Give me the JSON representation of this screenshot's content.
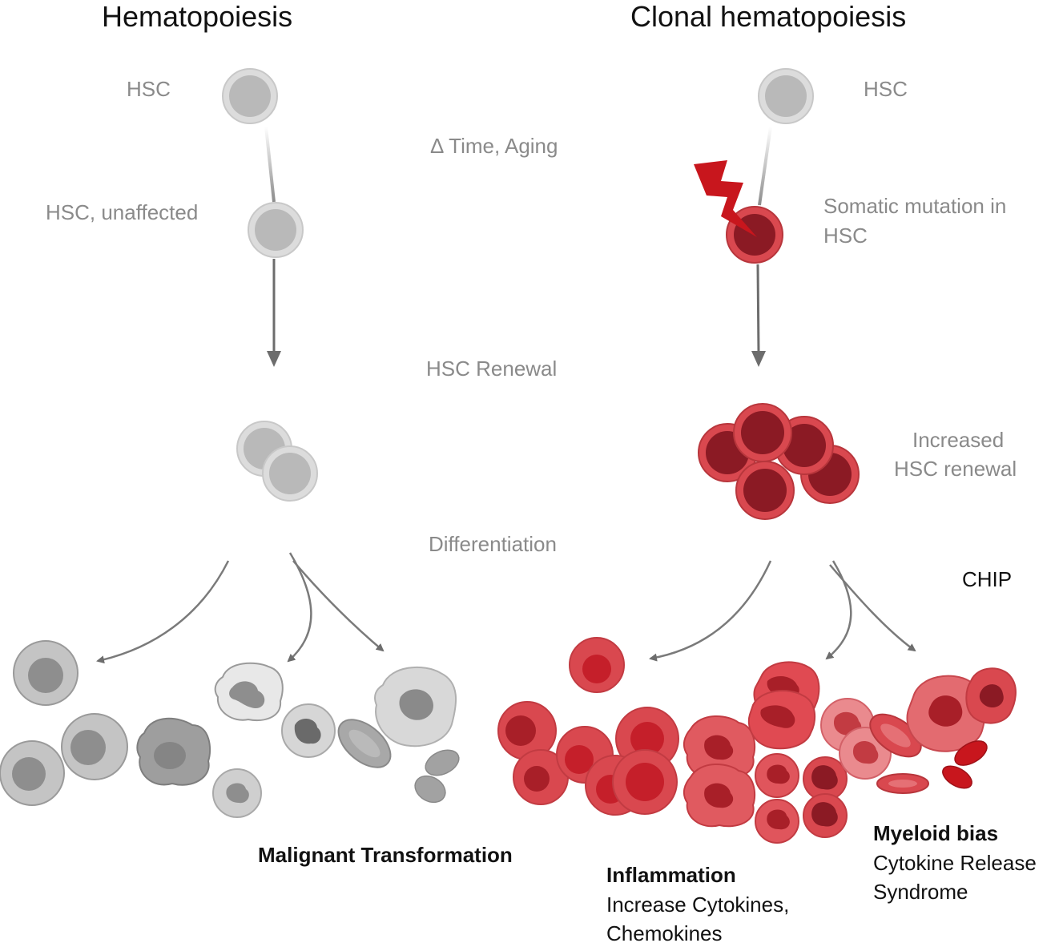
{
  "titles": {
    "left": "Hematopoiesis",
    "right": "Clonal hematopoiesis"
  },
  "left_column": {
    "hsc": "HSC",
    "hsc_unaffected": "HSC, unaffected"
  },
  "center_labels": {
    "time_aging": "Δ Time, Aging",
    "hsc_renewal": "HSC Renewal",
    "differentiation": "Differentiation"
  },
  "right_column": {
    "hsc": "HSC",
    "somatic_line1": "Somatic mutation in",
    "somatic_line2": "HSC",
    "increased_line1": "Increased",
    "increased_line2": "HSC renewal",
    "chip": "CHIP"
  },
  "outcomes": {
    "malignant": "Malignant Transformation",
    "inflammation_title": "Inflammation",
    "inflammation_line1": "Increase Cytokines,",
    "inflammation_line2": "Chemokines",
    "myeloid_title": "Myeloid bias",
    "myeloid_line1": "Cytokine Release",
    "myeloid_line2": "Syndrome"
  },
  "colors": {
    "grey_outer": "#d9d9d9",
    "grey_inner": "#b8b8b8",
    "red_outer": "#d9484f",
    "red_inner": "#8b1a24",
    "red_light": "#e36b70",
    "bolt": "#c8161d",
    "arrow": "#6d6d6d"
  },
  "icons": [
    "lightning-bolt-icon",
    "arrow-down-icon",
    "curved-arrow-icon"
  ]
}
